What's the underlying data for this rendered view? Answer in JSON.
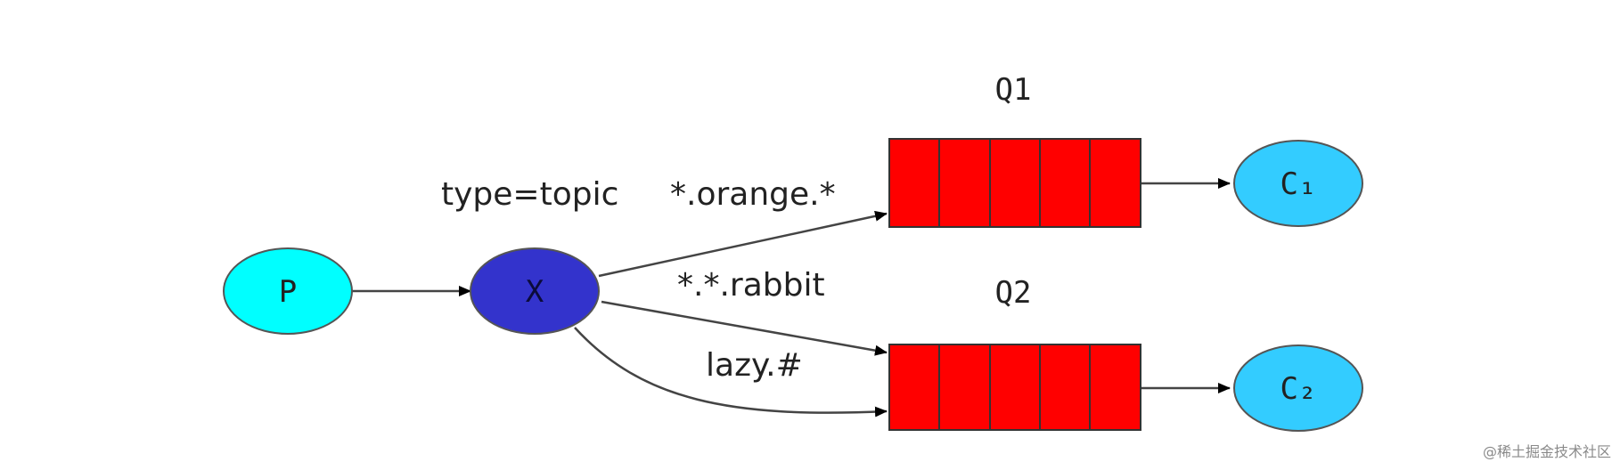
{
  "diagram": {
    "nodes": {
      "producer": {
        "label": "P",
        "color": "#00ffff"
      },
      "exchange": {
        "label": "X",
        "color": "#3333cc"
      },
      "queue1": {
        "label": "Q1",
        "color": "#ff0000"
      },
      "queue2": {
        "label": "Q2",
        "color": "#ff0000"
      },
      "consumer1": {
        "label": "C₁",
        "color": "#33ccff"
      },
      "consumer2": {
        "label": "C₂",
        "color": "#33ccff"
      }
    },
    "exchange_type_label": "type=topic",
    "bindings": [
      {
        "from": "exchange",
        "to": "queue1",
        "routing_key": "*.orange.*"
      },
      {
        "from": "exchange",
        "to": "queue2",
        "routing_key": "*.*.rabbit"
      },
      {
        "from": "exchange",
        "to": "queue2",
        "routing_key": "lazy.#"
      }
    ]
  },
  "watermark": "@稀土掘金技术社区"
}
